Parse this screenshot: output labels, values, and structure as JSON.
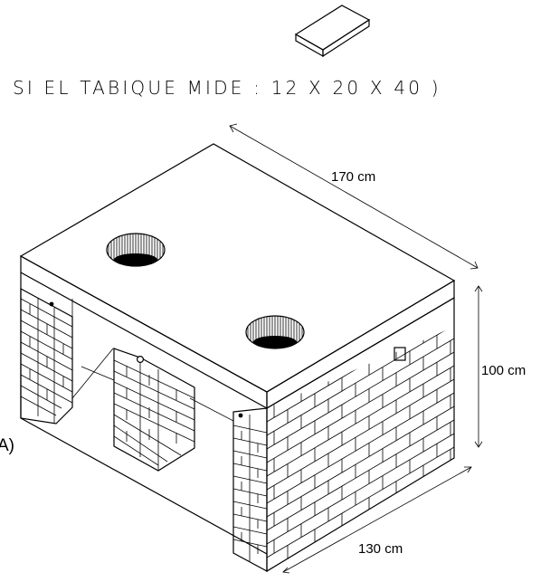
{
  "caption": "SI EL TABIQUE MIDE : 12 X 20 X 40 )",
  "dimensions": {
    "length": "170 cm",
    "height": "100 cm",
    "width": "130 cm"
  },
  "side_label": "A)"
}
